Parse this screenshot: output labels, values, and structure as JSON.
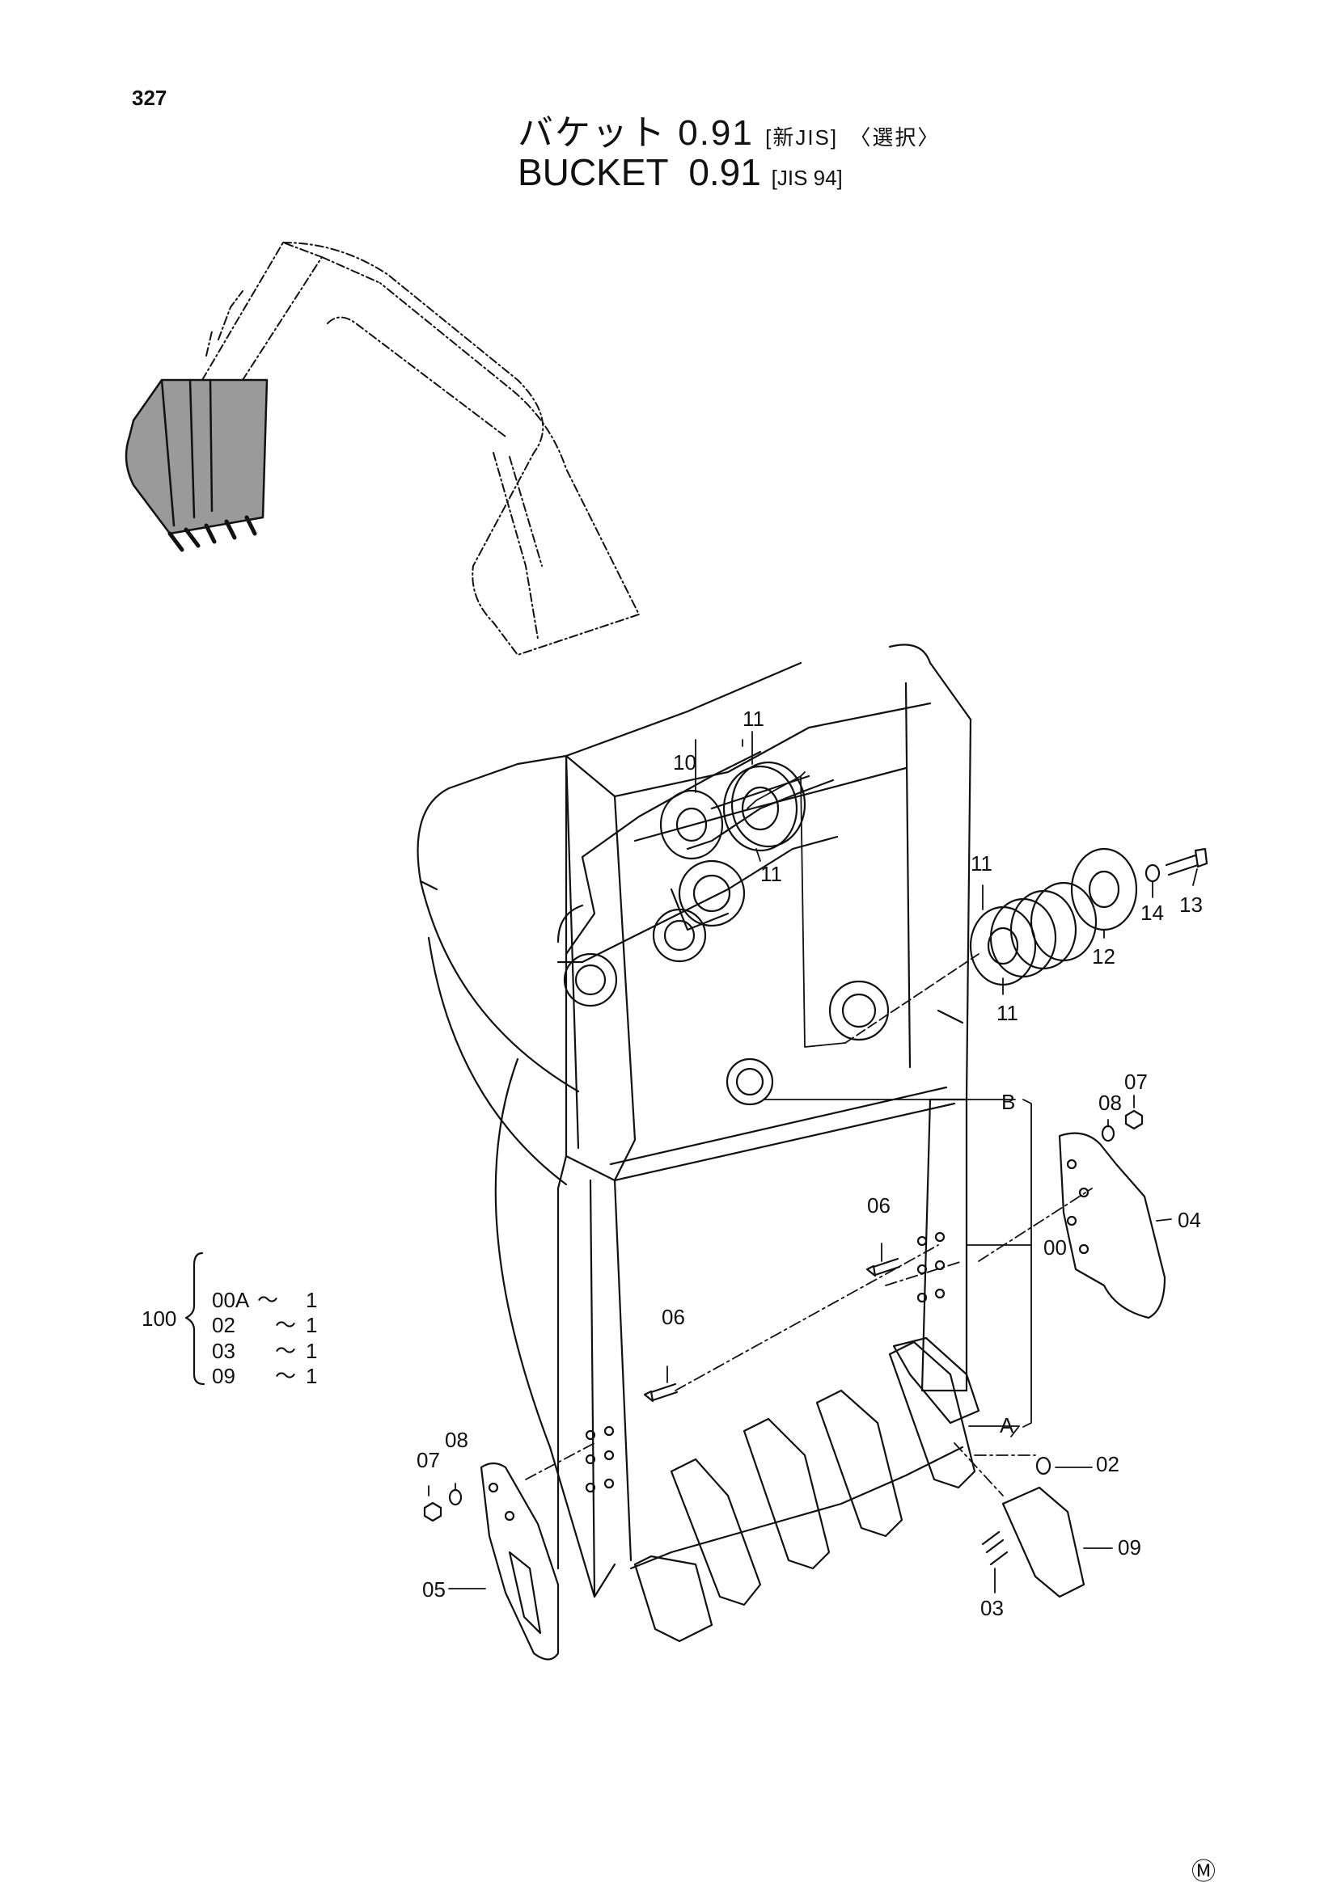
{
  "page_number": "327",
  "title": {
    "jp_main": "バケット 0.91",
    "jp_spec": "[新JIS]",
    "jp_option": "〈選択〉",
    "en_main": "BUCKET  0.91",
    "en_spec": "[JIS 94]"
  },
  "callouts": [
    {
      "id": "c11a",
      "text": "11"
    },
    {
      "id": "c10",
      "text": "10"
    },
    {
      "id": "c11b",
      "text": "11"
    },
    {
      "id": "c11c",
      "text": "11"
    },
    {
      "id": "c11d",
      "text": "11"
    },
    {
      "id": "c12",
      "text": "12"
    },
    {
      "id": "c14",
      "text": "14"
    },
    {
      "id": "c13",
      "text": "13"
    },
    {
      "id": "c08r",
      "text": "08"
    },
    {
      "id": "c07r",
      "text": "07"
    },
    {
      "id": "cB",
      "text": "B"
    },
    {
      "id": "c04",
      "text": "04"
    },
    {
      "id": "c06r",
      "text": "06"
    },
    {
      "id": "c00",
      "text": "00"
    },
    {
      "id": "c06l",
      "text": "06"
    },
    {
      "id": "cA",
      "text": "A"
    },
    {
      "id": "c02",
      "text": "02"
    },
    {
      "id": "c09",
      "text": "09"
    },
    {
      "id": "c03",
      "text": "03"
    },
    {
      "id": "c07l",
      "text": "07"
    },
    {
      "id": "c08l",
      "text": "08"
    },
    {
      "id": "c05",
      "text": "05"
    }
  ],
  "kit": {
    "number": "100",
    "rows": [
      {
        "part": "00A",
        "qty": "1"
      },
      {
        "part": "02",
        "qty": "1"
      },
      {
        "part": "03",
        "qty": "1"
      },
      {
        "part": "09",
        "qty": "1"
      }
    ],
    "tilde": "～"
  },
  "mark": "Ⓜ"
}
